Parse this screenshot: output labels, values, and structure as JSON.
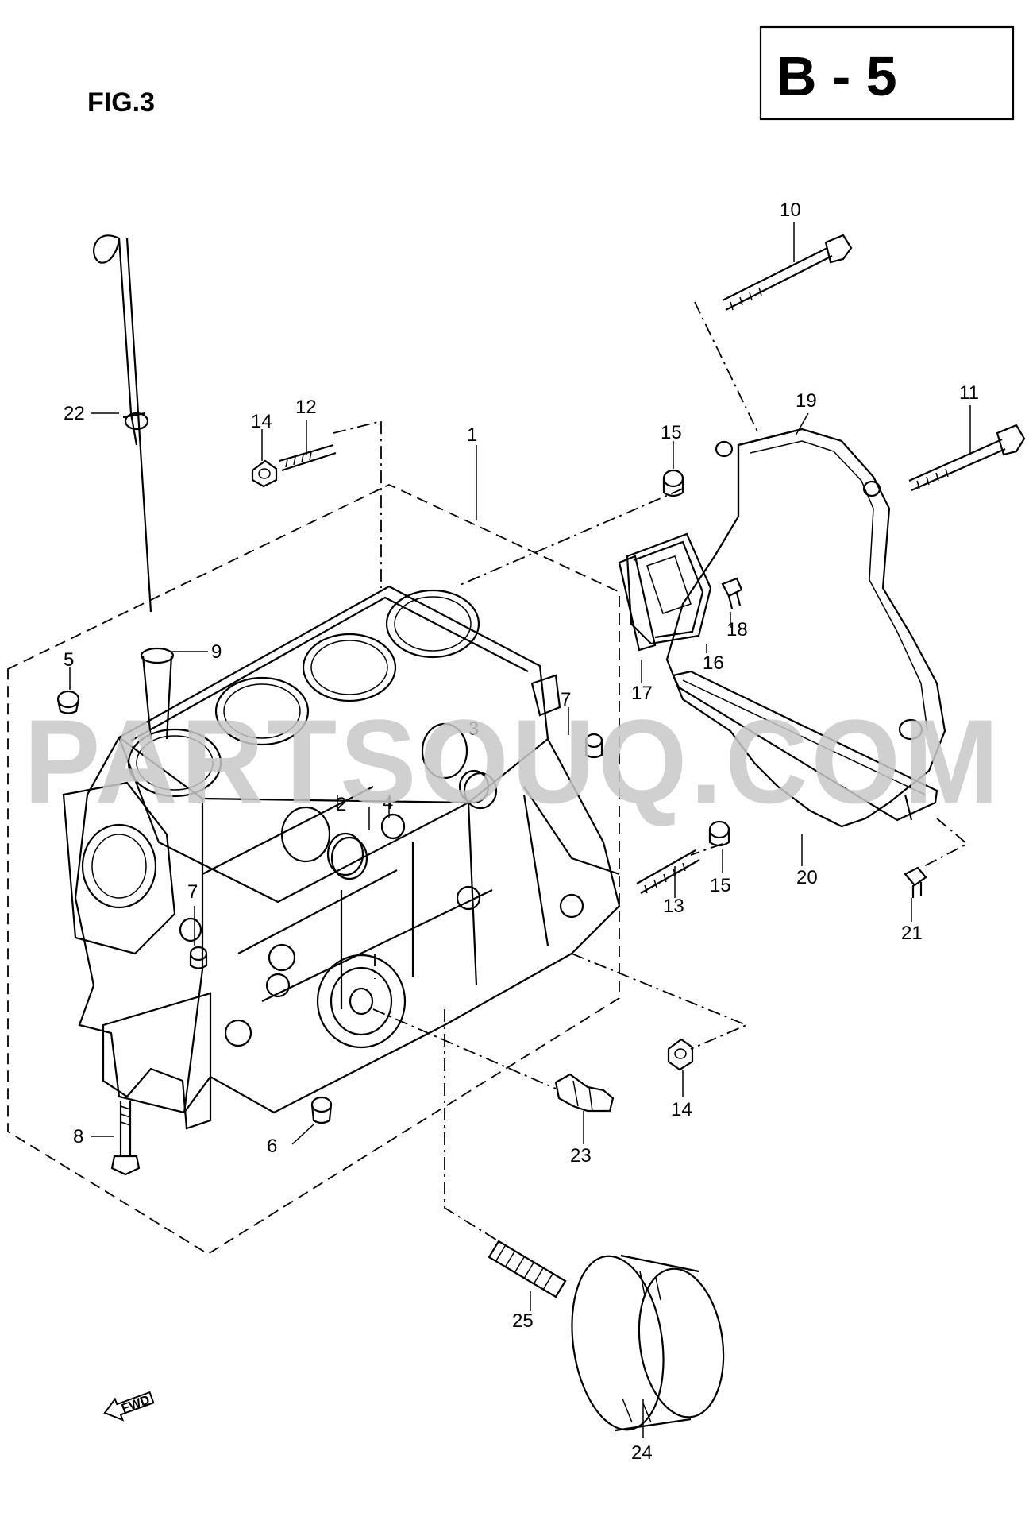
{
  "figure": {
    "label": "FIG.3",
    "page_code": "B - 5",
    "watermark": "PARTSOUQ.COM",
    "fwd_label": "FWD"
  },
  "callouts": [
    "1",
    "2",
    "3",
    "4",
    "5",
    "6",
    "7",
    "7",
    "8",
    "9",
    "10",
    "11",
    "12",
    "13",
    "14",
    "14",
    "15",
    "15",
    "16",
    "17",
    "18",
    "19",
    "20",
    "21",
    "22",
    "23",
    "24",
    "25"
  ]
}
